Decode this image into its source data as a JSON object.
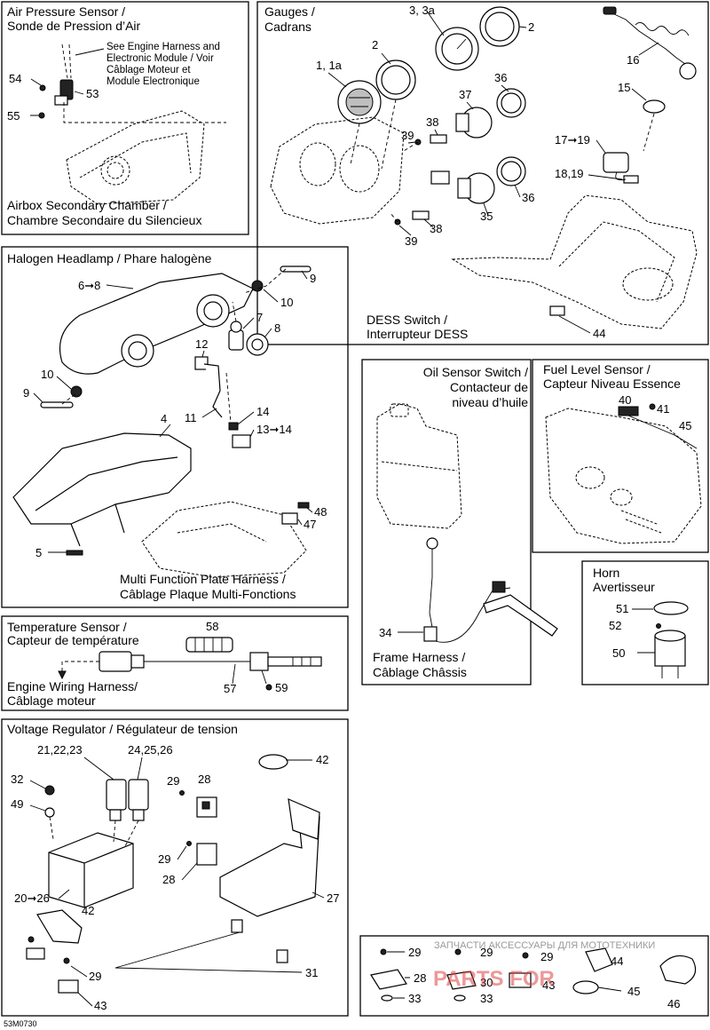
{
  "panels": {
    "air_pressure": {
      "title_en": "Air Pressure Sensor /",
      "title_fr": "Sonde de Pression d’Air",
      "note_line1": "See Engine Harness and",
      "note_line2": "Electronic Module / Voir",
      "note_line3": "Câblage Moteur et",
      "note_line4": "Module Electronique",
      "sub_en": "Airbox Secondary Chamber /",
      "sub_fr": "Chambre Secondaire du Silencieux",
      "labels": [
        "54",
        "53",
        "55"
      ]
    },
    "gauges": {
      "title_en": "Gauges /",
      "title_fr": "Cadrans",
      "labels": [
        "3, 3a",
        "2",
        "2",
        "1, 1a",
        "36",
        "37",
        "38",
        "39",
        "36",
        "35",
        "38",
        "39"
      ]
    },
    "dess": {
      "title_en": "DESS Switch /",
      "title_fr": "Interrupteur DESS",
      "labels": [
        "16",
        "15",
        "17➞19",
        "18,19",
        "44"
      ]
    },
    "headlamp": {
      "title": "Halogen Headlamp / Phare halogène",
      "sub_en": "Multi Function Plate Harness /",
      "sub_fr": "Câblage Plaque Multi-Fonctions",
      "labels": [
        "6➞8",
        "9",
        "10",
        "7",
        "8",
        "12",
        "10",
        "9",
        "11",
        "14",
        "13➞14",
        "4",
        "48",
        "47",
        "5"
      ]
    },
    "oil_sensor": {
      "title_line1": "Oil Sensor Switch /",
      "title_line2": "Contacteur de",
      "title_line3": "niveau d’huile",
      "sub_en": "Frame Harness /",
      "sub_fr": "Câblage Châssis",
      "labels": [
        "34"
      ]
    },
    "fuel_level": {
      "title_en": "Fuel Level Sensor /",
      "title_fr": "Capteur Niveau Essence",
      "labels": [
        "40",
        "41",
        "45"
      ]
    },
    "horn": {
      "title_en": "Horn",
      "title_fr": "Avertisseur",
      "labels": [
        "51",
        "52",
        "50"
      ]
    },
    "temperature": {
      "title_en": "Temperature Sensor /",
      "title_fr": "Capteur de température",
      "sub_en": "Engine Wiring Harness/",
      "sub_fr": "Câblage moteur",
      "labels": [
        "58",
        "57",
        "59"
      ]
    },
    "voltage": {
      "title": "Voltage Regulator / Régulateur de tension",
      "labels": [
        "21,22,23",
        "24,25,26",
        "42",
        "32",
        "49",
        "29",
        "28",
        "29",
        "28",
        "27",
        "20➞26",
        "42",
        "29",
        "43",
        "31"
      ]
    },
    "fasteners": {
      "labels": [
        "29",
        "28",
        "33",
        "29",
        "30",
        "33",
        "29",
        "43",
        "44",
        "45",
        "46"
      ]
    }
  },
  "diagram_id": "53M0730",
  "watermark": {
    "line1": "ЗАПЧАСТИ АКСЕССУАРЫ ДЛЯ МОТОТЕХНИКИ",
    "logo": "PARTS FOR"
  }
}
